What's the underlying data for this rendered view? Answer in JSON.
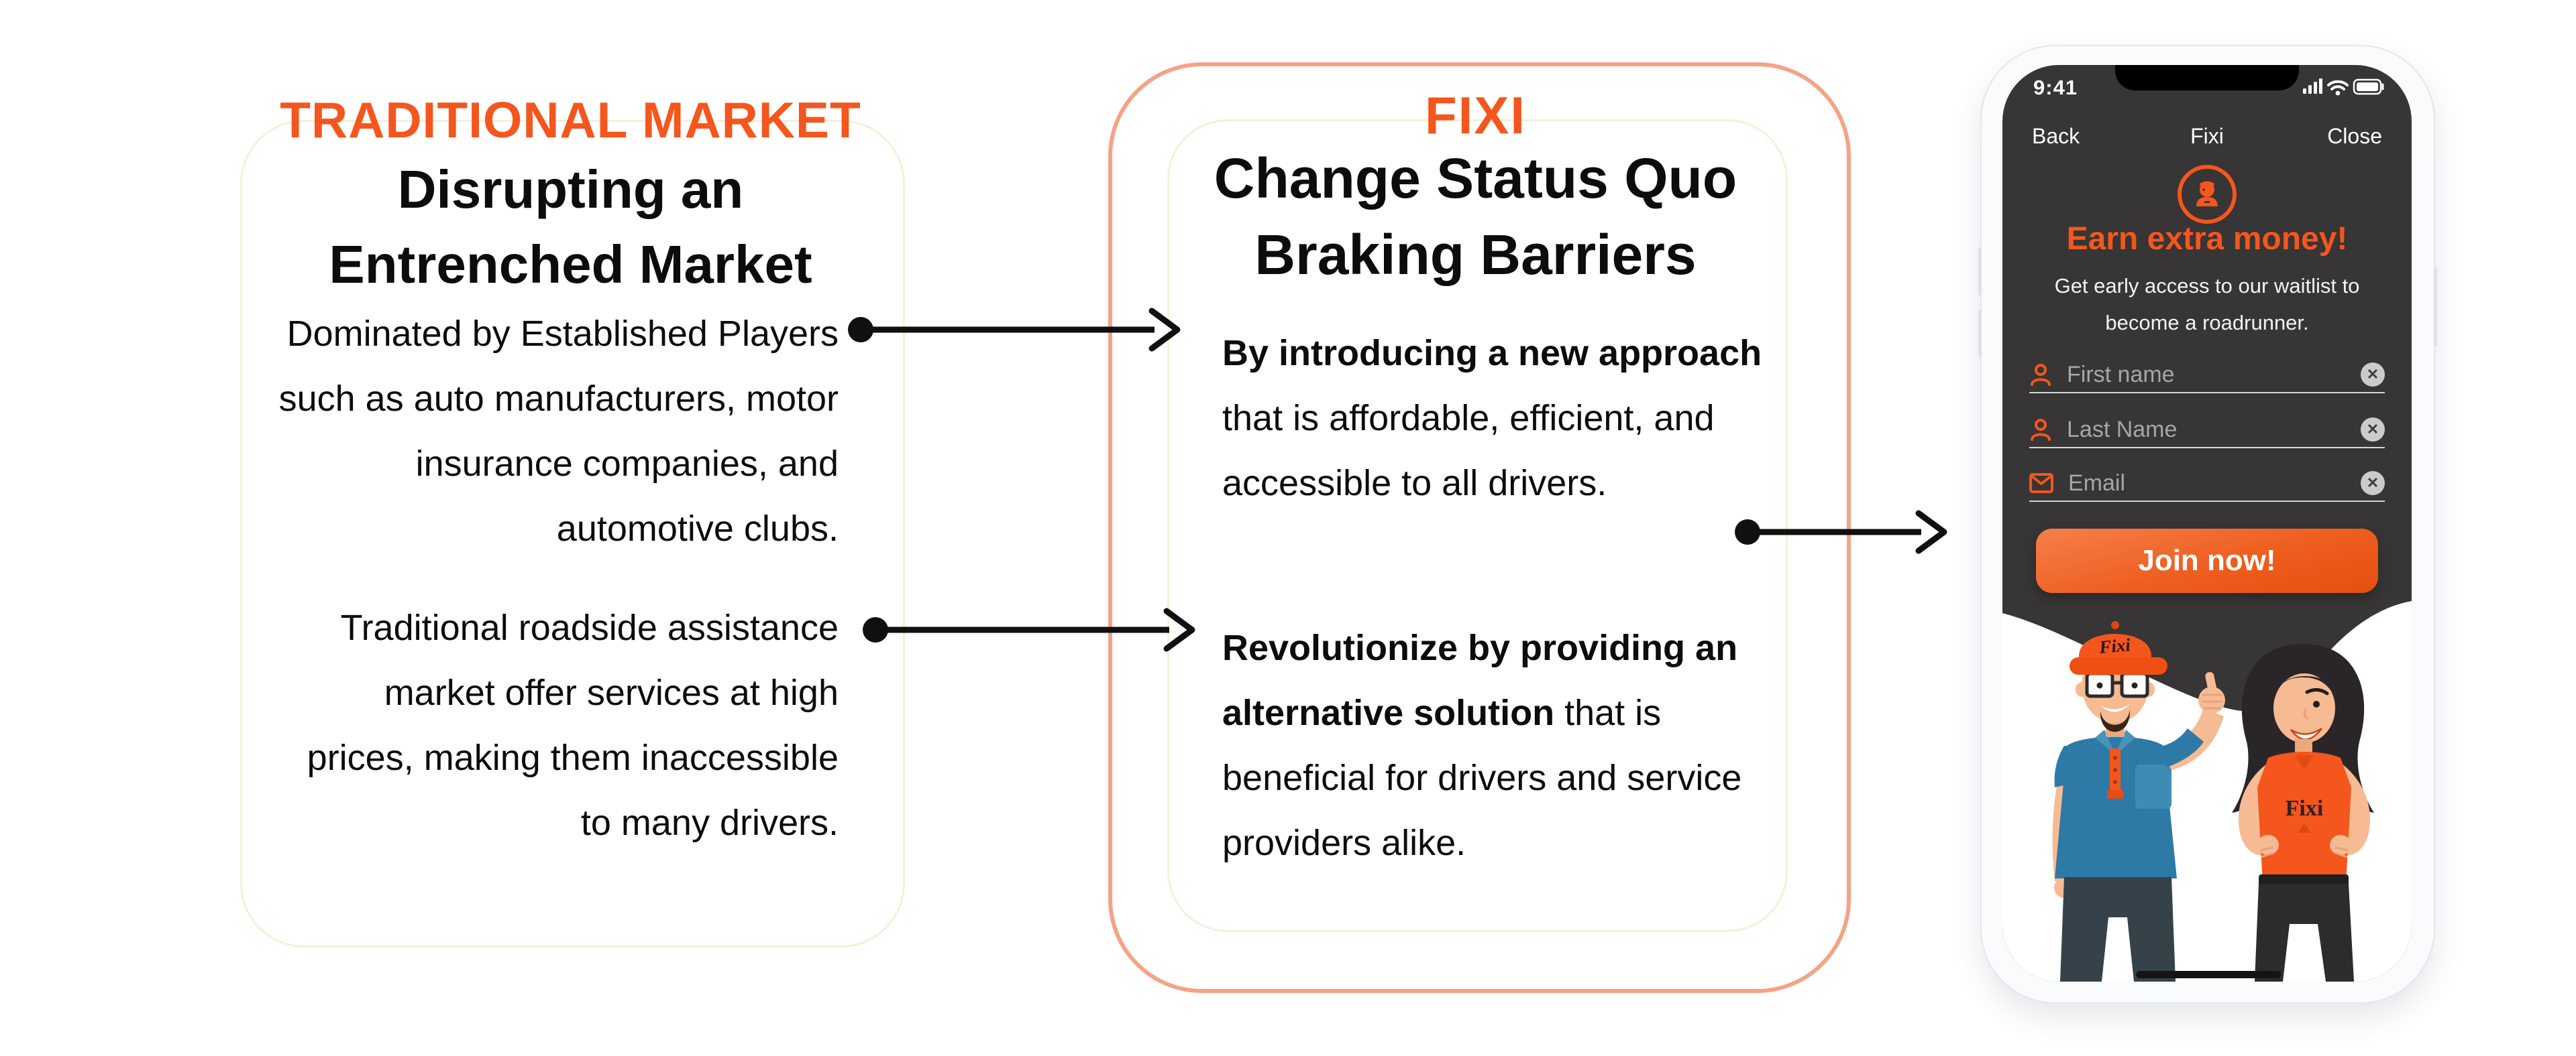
{
  "colors": {
    "accent_orange": "#F4561D",
    "salmon_border": "#F5A385",
    "cream_border": "#F8EFD5",
    "screen_dark": "#373535",
    "field_label_gray": "#A6A6A6",
    "button_gradient": [
      "#F67F4B",
      "#E4500E"
    ],
    "arrow_black": "#101010"
  },
  "left_card": {
    "title": "TRADITIONAL MARKET",
    "heading": "Disrupting an\nEntrenched Market",
    "para1": "Dominated by Established Players\nsuch as auto manufacturers, motor\ninsurance companies, and\nautomotive clubs.",
    "para2": "Traditional roadside assistance\nmarket offer services at high\nprices, making them inaccessible\nto many drivers."
  },
  "middle_card": {
    "title": "FIXI",
    "heading": "Change Status Quo\nBraking Barriers",
    "para1_bold": "By introducing a new approach",
    "para1_rest": "\nthat is affordable, efficient, and\naccessible to all drivers.",
    "para2_bold": "Revolutionize by providing an\nalternative solution",
    "para2_rest": " that is\nbeneficial for drivers and service\nproviders alike."
  },
  "phone": {
    "status": {
      "time": "9:41",
      "icons": [
        "cellular-signal-icon",
        "wifi-icon",
        "battery-icon"
      ]
    },
    "nav": {
      "back": "Back",
      "title": "Fixi",
      "close": "Close"
    },
    "avatar_icon": "roadrunner-person-icon",
    "headline": "Earn extra money!",
    "subheadline": "Get early access to our waitlist to\nbecome a roadrunner.",
    "fields": [
      {
        "icon": "person-icon",
        "placeholder": "First name",
        "clear": "✕"
      },
      {
        "icon": "person-icon",
        "placeholder": "Last Name",
        "clear": "✕"
      },
      {
        "icon": "mail-icon",
        "placeholder": "Email",
        "clear": "✕"
      }
    ],
    "join_button": "Join now!",
    "illustration": {
      "man_cap_text": "Fixi",
      "woman_shirt_text": "Fixi"
    }
  }
}
